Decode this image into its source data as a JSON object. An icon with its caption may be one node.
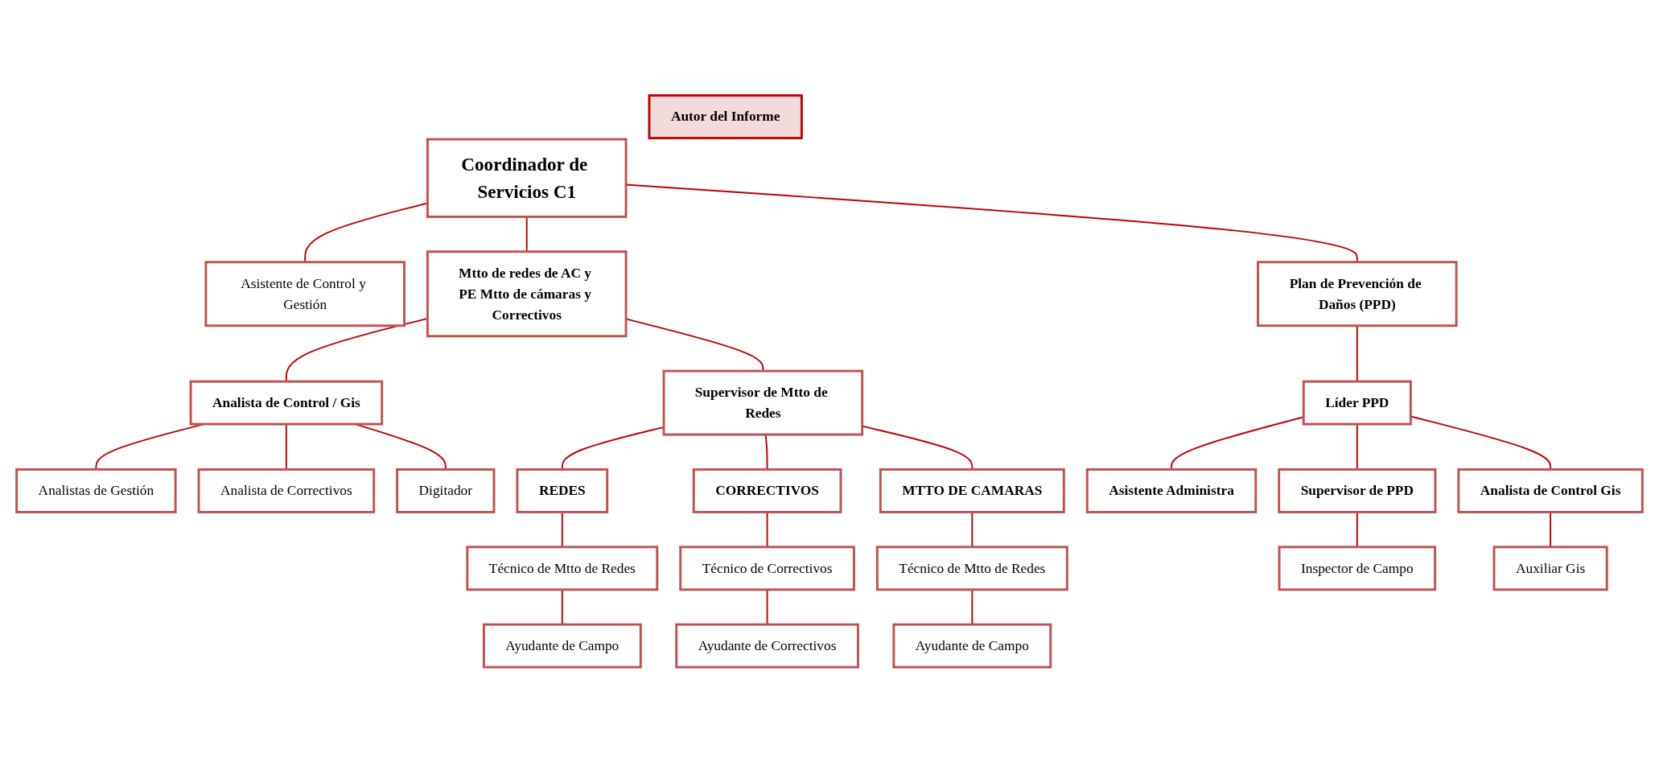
{
  "diagram": {
    "nodes": [
      {
        "text": [
          "Coordinador de Servicios C1"
        ]
      },
      {
        "text": [
          "Asistente de Control y Gestión"
        ]
      },
      {
        "text": [
          "Mtto de redes de AC y PE Mtto de cámaras y Correctivos"
        ]
      },
      {
        "text": [
          "Plan de Prevención de Daños (PPD)"
        ]
      },
      {
        "text": [
          "Analista de Control / Gis"
        ]
      },
      {
        "text": [
          "Autor del Informe"
        ]
      },
      {
        "text": [
          "Supervisor de Mtto de Redes"
        ]
      },
      {
        "text": [
          "Líder PPD"
        ]
      },
      {
        "text": [
          "Asistente Administra"
        ]
      },
      {
        "text": [
          "Analistas de Gestión"
        ]
      },
      {
        "text": [
          "Analista de Correctivos"
        ]
      },
      {
        "text": [
          "Digitador"
        ]
      },
      {
        "text": [
          "REDES"
        ]
      },
      {
        "text": [
          "CORRECTIVOS"
        ]
      },
      {
        "text": [
          "MTTO DE CAMARAS"
        ]
      },
      {
        "text": [
          "Supervisor de PPD"
        ]
      },
      {
        "text": [
          "Analista de Control Gis"
        ]
      },
      {
        "text": [
          "Técnico de Mtto de Redes"
        ]
      },
      {
        "text": [
          "Técnico de Correctivos"
        ]
      },
      {
        "text": [
          "Técnico de Mtto de Redes"
        ]
      },
      {
        "text": [
          "Inspector de Campo"
        ]
      },
      {
        "text": [
          "Auxiliar Gis"
        ]
      },
      {
        "text": [
          "Ayudante de Campo"
        ]
      },
      {
        "text": [
          "Ayudante de Correctivos"
        ]
      },
      {
        "text": [
          "Ayudante de Campo"
        ]
      }
    ],
    "edges": [
      {
        "from": 0,
        "to": 1,
        "arrow": "none"
      },
      {
        "from": 0,
        "to": 2,
        "arrow": "none"
      },
      {
        "from": 0,
        "to": 3,
        "arrow": "none"
      },
      {
        "from": 2,
        "to": 4,
        "arrow": "none"
      },
      {
        "from": 2,
        "to": 6,
        "arrow": "none"
      },
      {
        "from": 3,
        "to": 7,
        "arrow": "none"
      },
      {
        "from": 7,
        "to": 8,
        "arrow": "none"
      },
      {
        "from": 4,
        "to": 9,
        "arrow": "none"
      },
      {
        "from": 4,
        "to": 10,
        "arrow": "none"
      },
      {
        "from": 4,
        "to": 11,
        "arrow": "none"
      },
      {
        "from": 6,
        "to": 12,
        "arrow": "none"
      },
      {
        "from": 6,
        "to": 13,
        "arrow": "none"
      },
      {
        "from": 6,
        "to": 14,
        "arrow": "none"
      },
      {
        "from": 7,
        "to": 15,
        "arrow": "none"
      },
      {
        "from": 7,
        "to": 16,
        "arrow": "none"
      },
      {
        "from": 12,
        "to": 17,
        "arrow": "none"
      },
      {
        "from": 13,
        "to": 18,
        "arrow": "none"
      },
      {
        "from": 14,
        "to": 19,
        "arrow": "none"
      },
      {
        "from": 15,
        "to": 20,
        "arrow": "none"
      },
      {
        "from": 16,
        "to": 21,
        "arrow": "none"
      },
      {
        "from": 17,
        "to": 22,
        "arrow": "none"
      },
      {
        "from": 18,
        "to": 23,
        "arrow": "none"
      },
      {
        "from": 19,
        "to": 24,
        "arrow": "none"
      }
    ]
  }
}
